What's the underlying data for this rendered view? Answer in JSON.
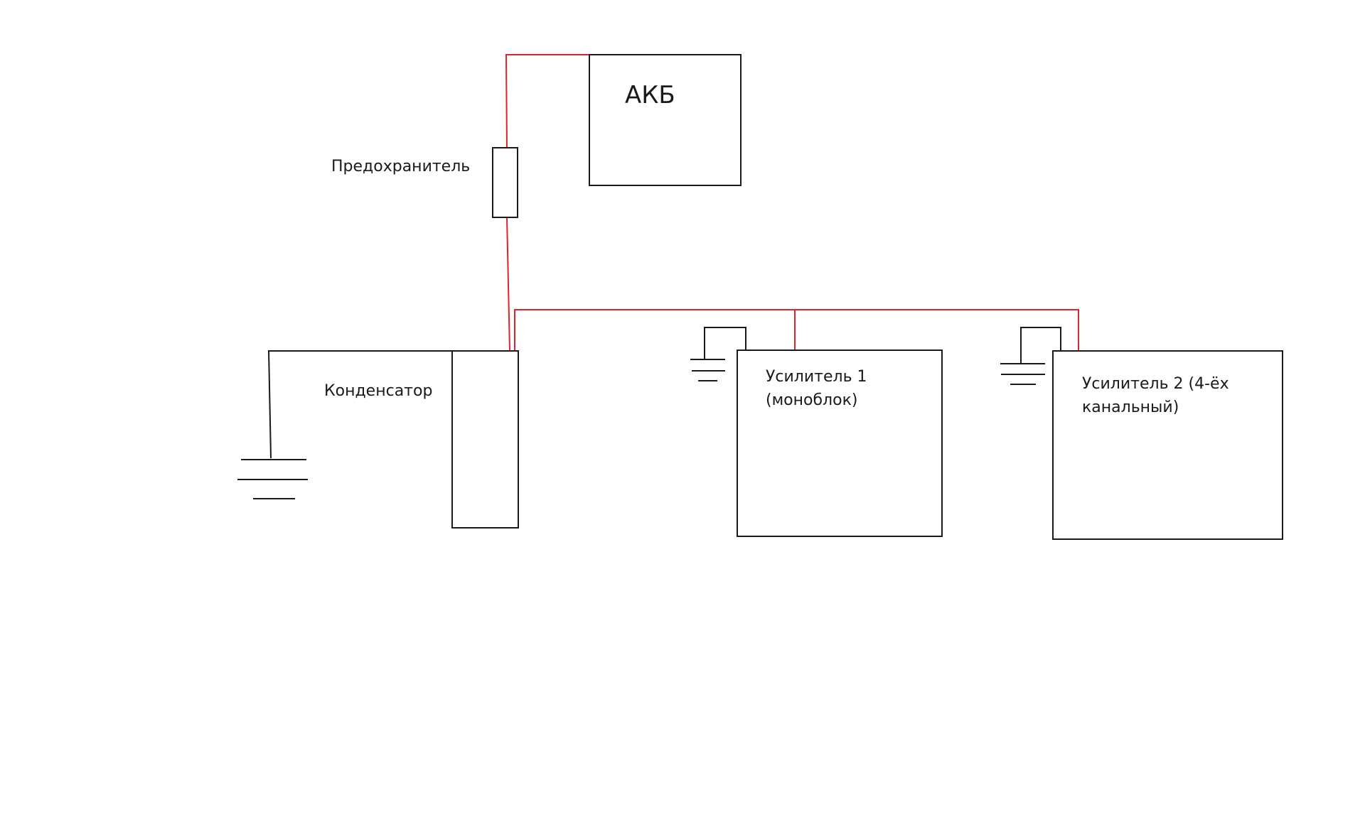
{
  "colors": {
    "positive_wire": "#e0242e",
    "ground_wire": "#1a1a1a",
    "background": "#ffffff"
  },
  "labels": {
    "battery": "АКБ",
    "fuse": "Предохранитель",
    "capacitor": "Конденсатор",
    "amp1_line1": "Усилитель 1",
    "amp1_line2": "(моноблок)",
    "amp2_line1": "Усилитель 2 (4-ёх",
    "amp2_line2": "канальный)"
  }
}
